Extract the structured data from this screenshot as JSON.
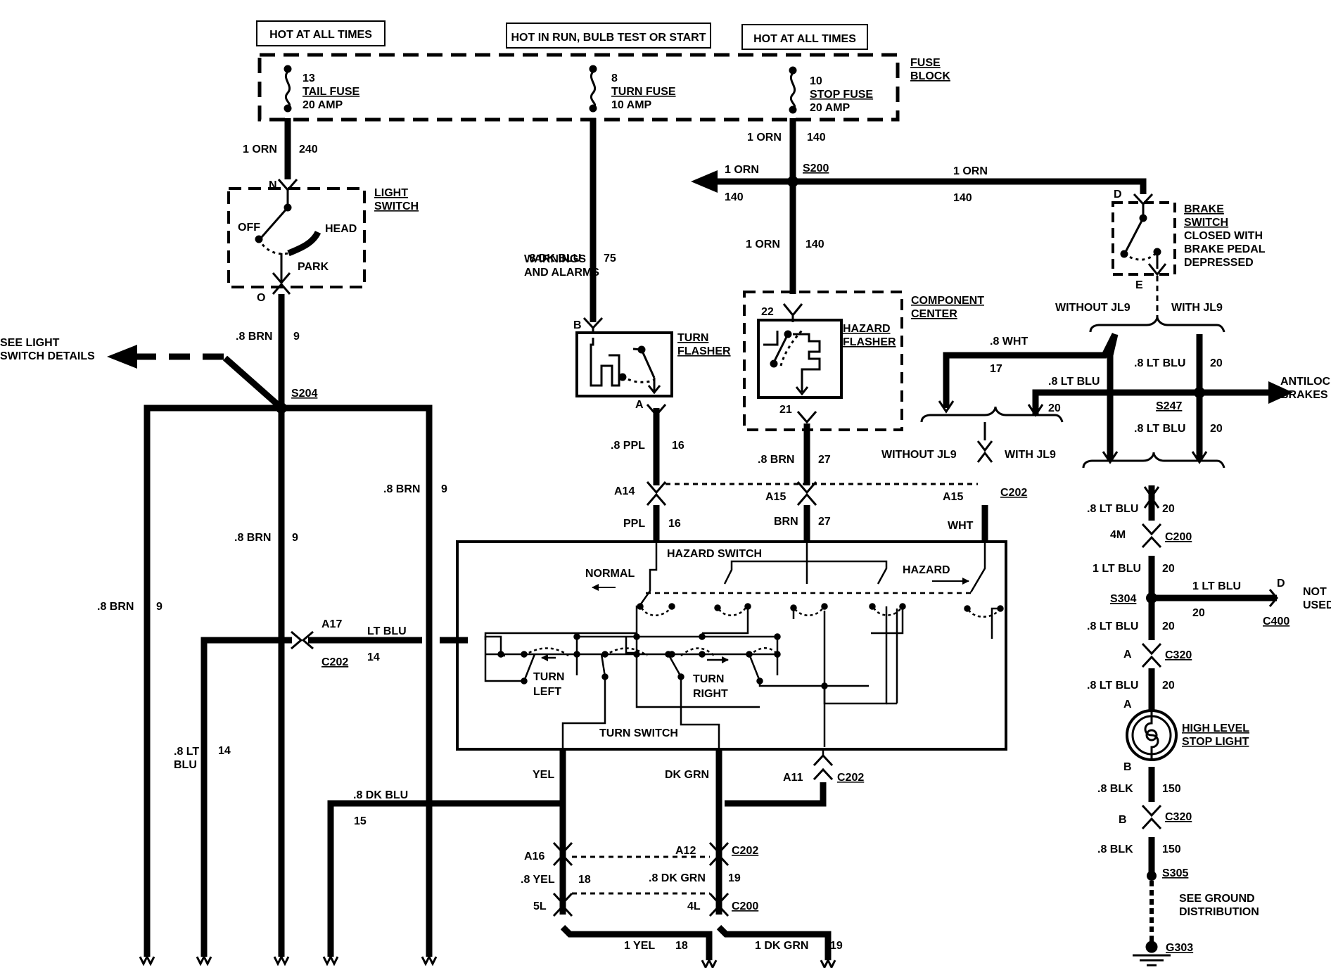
{
  "header": {
    "hot_all_times_1": "HOT AT ALL TIMES",
    "hot_run": "HOT IN RUN, BULB TEST OR START",
    "hot_all_times_2": "HOT AT ALL TIMES",
    "fuse_block": [
      "FUSE",
      "BLOCK"
    ]
  },
  "fuses": {
    "tail": {
      "num": "13",
      "name": "TAIL FUSE",
      "amp": "20 AMP"
    },
    "turn": {
      "num": "8",
      "name": "TURN FUSE",
      "amp": "10 AMP"
    },
    "stop": {
      "num": "10",
      "name": "STOP FUSE",
      "amp": "20 AMP"
    }
  },
  "light_switch": {
    "title": [
      "LIGHT",
      "SWITCH"
    ],
    "in_pin": "N",
    "out_pin": "O",
    "off": "OFF",
    "head": "HEAD",
    "park": "PARK",
    "see_details": [
      "SEE LIGHT",
      "SWITCH DETAILS"
    ]
  },
  "wires": {
    "w240_size": "1 ORN",
    "w240_num": "240",
    "w9_size": ".8 BRN",
    "w9_num": "9",
    "s204": "S204",
    "brn_mid_size": ".8 BRN",
    "brn_mid_num": "9",
    "brn_right_size": ".8 BRN",
    "brn_right_num": "9",
    "brn_left_size": ".8 BRN",
    "brn_left_num": "9",
    "ltblu_left_size": [
      ".8 LT",
      "BLU"
    ],
    "ltblu_left_num": "14",
    "dkblu15_size": ".8 DK BLU",
    "dkblu15_num": "15",
    "a17": "A17",
    "a17_color": "LT BLU",
    "a17_num": "14",
    "a17_conn": "C202",
    "w75_size": ".8 DK BLU",
    "w75_num": "75",
    "warnings": [
      "WARNINGS",
      "AND ALARMS"
    ],
    "s200": "S200",
    "w140_left_size": "1 ORN",
    "w140_left_num": "140",
    "w140_right_size": "1 ORN",
    "w140_right_num": "140",
    "w140_top_size": "1 ORN",
    "w140_top_num": "140",
    "w140_down_size": "1 ORN",
    "w140_down_num": "140",
    "w16_size": ".8 PPL",
    "w16_num": "16",
    "w27_size": ".8 BRN",
    "w27_num": "27",
    "a14": "A14",
    "a15": "A15",
    "a15_right": "A15",
    "c202_top": "C202",
    "ppl": "PPL",
    "ppl_num": "16",
    "brn": "BRN",
    "brn_num": "27",
    "wht": "WHT",
    "without_jl9": "WITHOUT JL9",
    "with_jl9": "WITH JL9",
    "without_jl9_top": "WITHOUT JL9",
    "with_jl9_top": "WITH JL9",
    "w17_size": ".8 WHT",
    "w17_num": "17",
    "ltblu20_a_size": ".8 LT BLU",
    "ltblu20_a_num": "20",
    "ltblu20_b_size": ".8 LT BLU",
    "ltblu20_b_num": "20",
    "ltblu20_c_size": ".8 LT BLU",
    "ltblu20_c_num": "20",
    "ltblu20_num_small": "20",
    "s247": "S247",
    "antilock": [
      "ANTILOCK",
      "BRAKES"
    ],
    "yel": "YEL",
    "dkgrn": "DK GRN",
    "a11": "A11",
    "c202_a11": "C202",
    "a16": "A16",
    "a12": "A12",
    "c202_bottom": "C202",
    "w18_size": ".8 YEL",
    "w18_num": "18",
    "w19_size": ".8 DK GRN",
    "w19_num": "19",
    "p5l": "5L",
    "p4l": "4L",
    "c200_bottom": "C200",
    "yel18_size": "1 YEL",
    "yel18_num": "18",
    "dkgrn19_size": "1 DK GRN",
    "dkgrn19_num": "19"
  },
  "flashers": {
    "turn_title": [
      "TURN",
      "FLASHER"
    ],
    "turn_pin_top": "B",
    "turn_pin_bottom": "A",
    "hazard_title": [
      "HAZARD",
      "FLASHER"
    ],
    "hazard_pin_top": "22",
    "hazard_pin_bottom": "21",
    "component_center": [
      "COMPONENT",
      "CENTER"
    ]
  },
  "brake_switch": {
    "title": [
      "BRAKE",
      "SWITCH",
      "CLOSED WITH",
      "BRAKE PEDAL",
      "DEPRESSED"
    ],
    "pin_top": "D",
    "pin_bottom": "E"
  },
  "hazard_switch": {
    "title": "HAZARD SWITCH",
    "normal": "NORMAL",
    "hazard": "HAZARD",
    "turn_left": [
      "TURN",
      "LEFT"
    ],
    "turn_right": [
      "TURN",
      "RIGHT"
    ],
    "turn_switch": "TURN SWITCH"
  },
  "stop_circuit": {
    "c200_size": ".8 LT BLU",
    "c200_num": "20",
    "c200_pin": "4M",
    "c200": "C200",
    "s304_size": "1 LT BLU",
    "s304_num": "20",
    "s304": "S304",
    "not_used_size": "1 LT BLU",
    "not_used_num": "20",
    "not_used_pin": "D",
    "not_used": [
      "NOT",
      "USED"
    ],
    "c400": "C400",
    "c320_size": ".8 LT BLU",
    "c320_num": "20",
    "c320_pin": "A",
    "c320": "C320",
    "lamp_size": ".8 LT BLU",
    "lamp_num": "20",
    "lamp_pin_top": "A",
    "lamp_pin_bottom": "B",
    "lamp_title": [
      "HIGH LEVEL",
      "STOP LIGHT"
    ],
    "blk_a_size": ".8 BLK",
    "blk_a_num": "150",
    "c320b_pin": "B",
    "c320b": "C320",
    "blk_b_size": ".8 BLK",
    "blk_b_num": "150",
    "s305": "S305",
    "ground_note": [
      "SEE GROUND",
      "DISTRIBUTION"
    ],
    "g303": "G303"
  }
}
